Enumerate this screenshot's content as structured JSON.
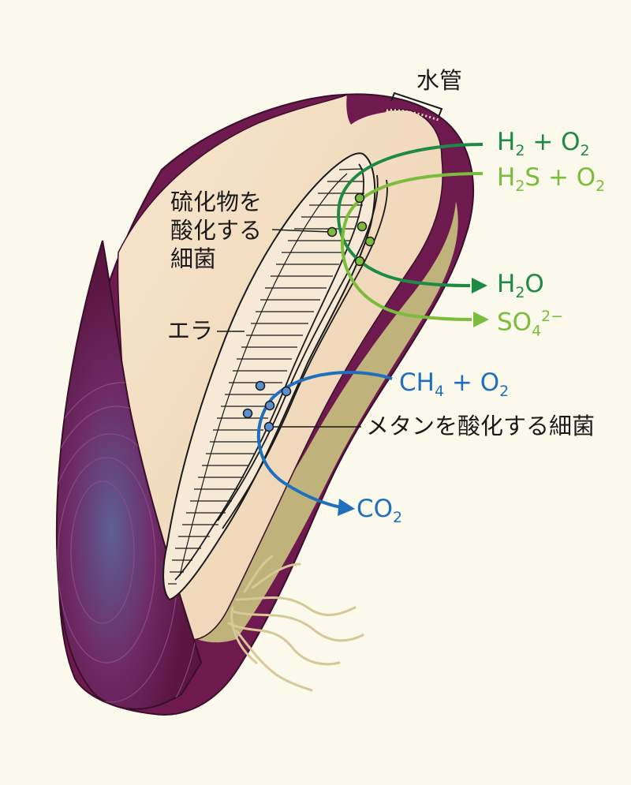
{
  "labels": {
    "siphon": "水管",
    "sulfide_bacteria": [
      "硫化物を",
      "酸化する",
      "細菌"
    ],
    "gill": "エラ",
    "methane_bacteria": "メタンを酸化する細菌"
  },
  "reactions": {
    "h2_o2": {
      "a": "H",
      "a_sub": "2",
      "mid": " + O",
      "b_sub": "2"
    },
    "h2s_o2": {
      "a": "H",
      "a_sub": "2",
      "mid": "S + O",
      "b_sub": "2"
    },
    "h2o": {
      "a": "H",
      "a_sub": "2",
      "mid": "O"
    },
    "so4": {
      "a": "SO",
      "a_sub": "4",
      "sup": "2−"
    },
    "ch4_o2": {
      "a": "CH",
      "a_sub": "4",
      "mid": " + O",
      "b_sub": "2"
    },
    "co2": {
      "a": "CO",
      "a_sub": "2"
    }
  },
  "colors": {
    "background": "#fbf8ec",
    "shell": "#6e1a4f",
    "flesh": "#f3dcc0",
    "green": "#1f8a45",
    "light_green": "#7cbc3c",
    "blue": "#1f6fba"
  }
}
